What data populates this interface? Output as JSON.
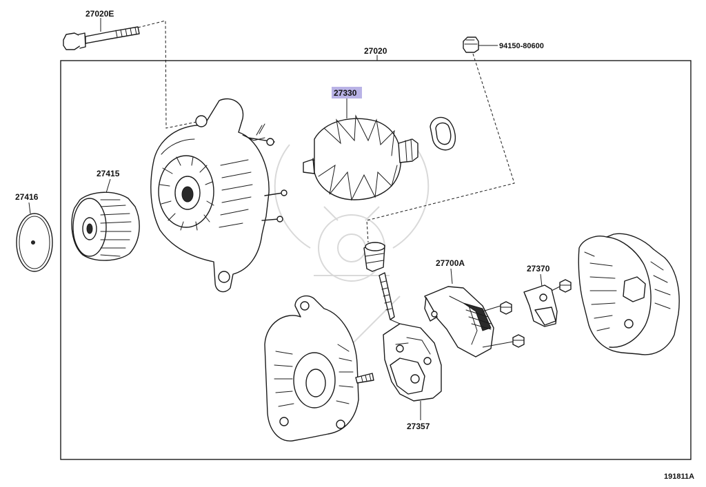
{
  "diagram": {
    "highlight_color": "#b9b3e6",
    "labels": {
      "bolt": "27020E",
      "assembly": "27020",
      "nut": "94150-80600",
      "rotor": "27330",
      "pulley": "27415",
      "cover": "27416",
      "regulator": "27700A",
      "terminal_insulator": "27370",
      "brush_holder": "27357"
    },
    "figure_id": "191811A"
  }
}
